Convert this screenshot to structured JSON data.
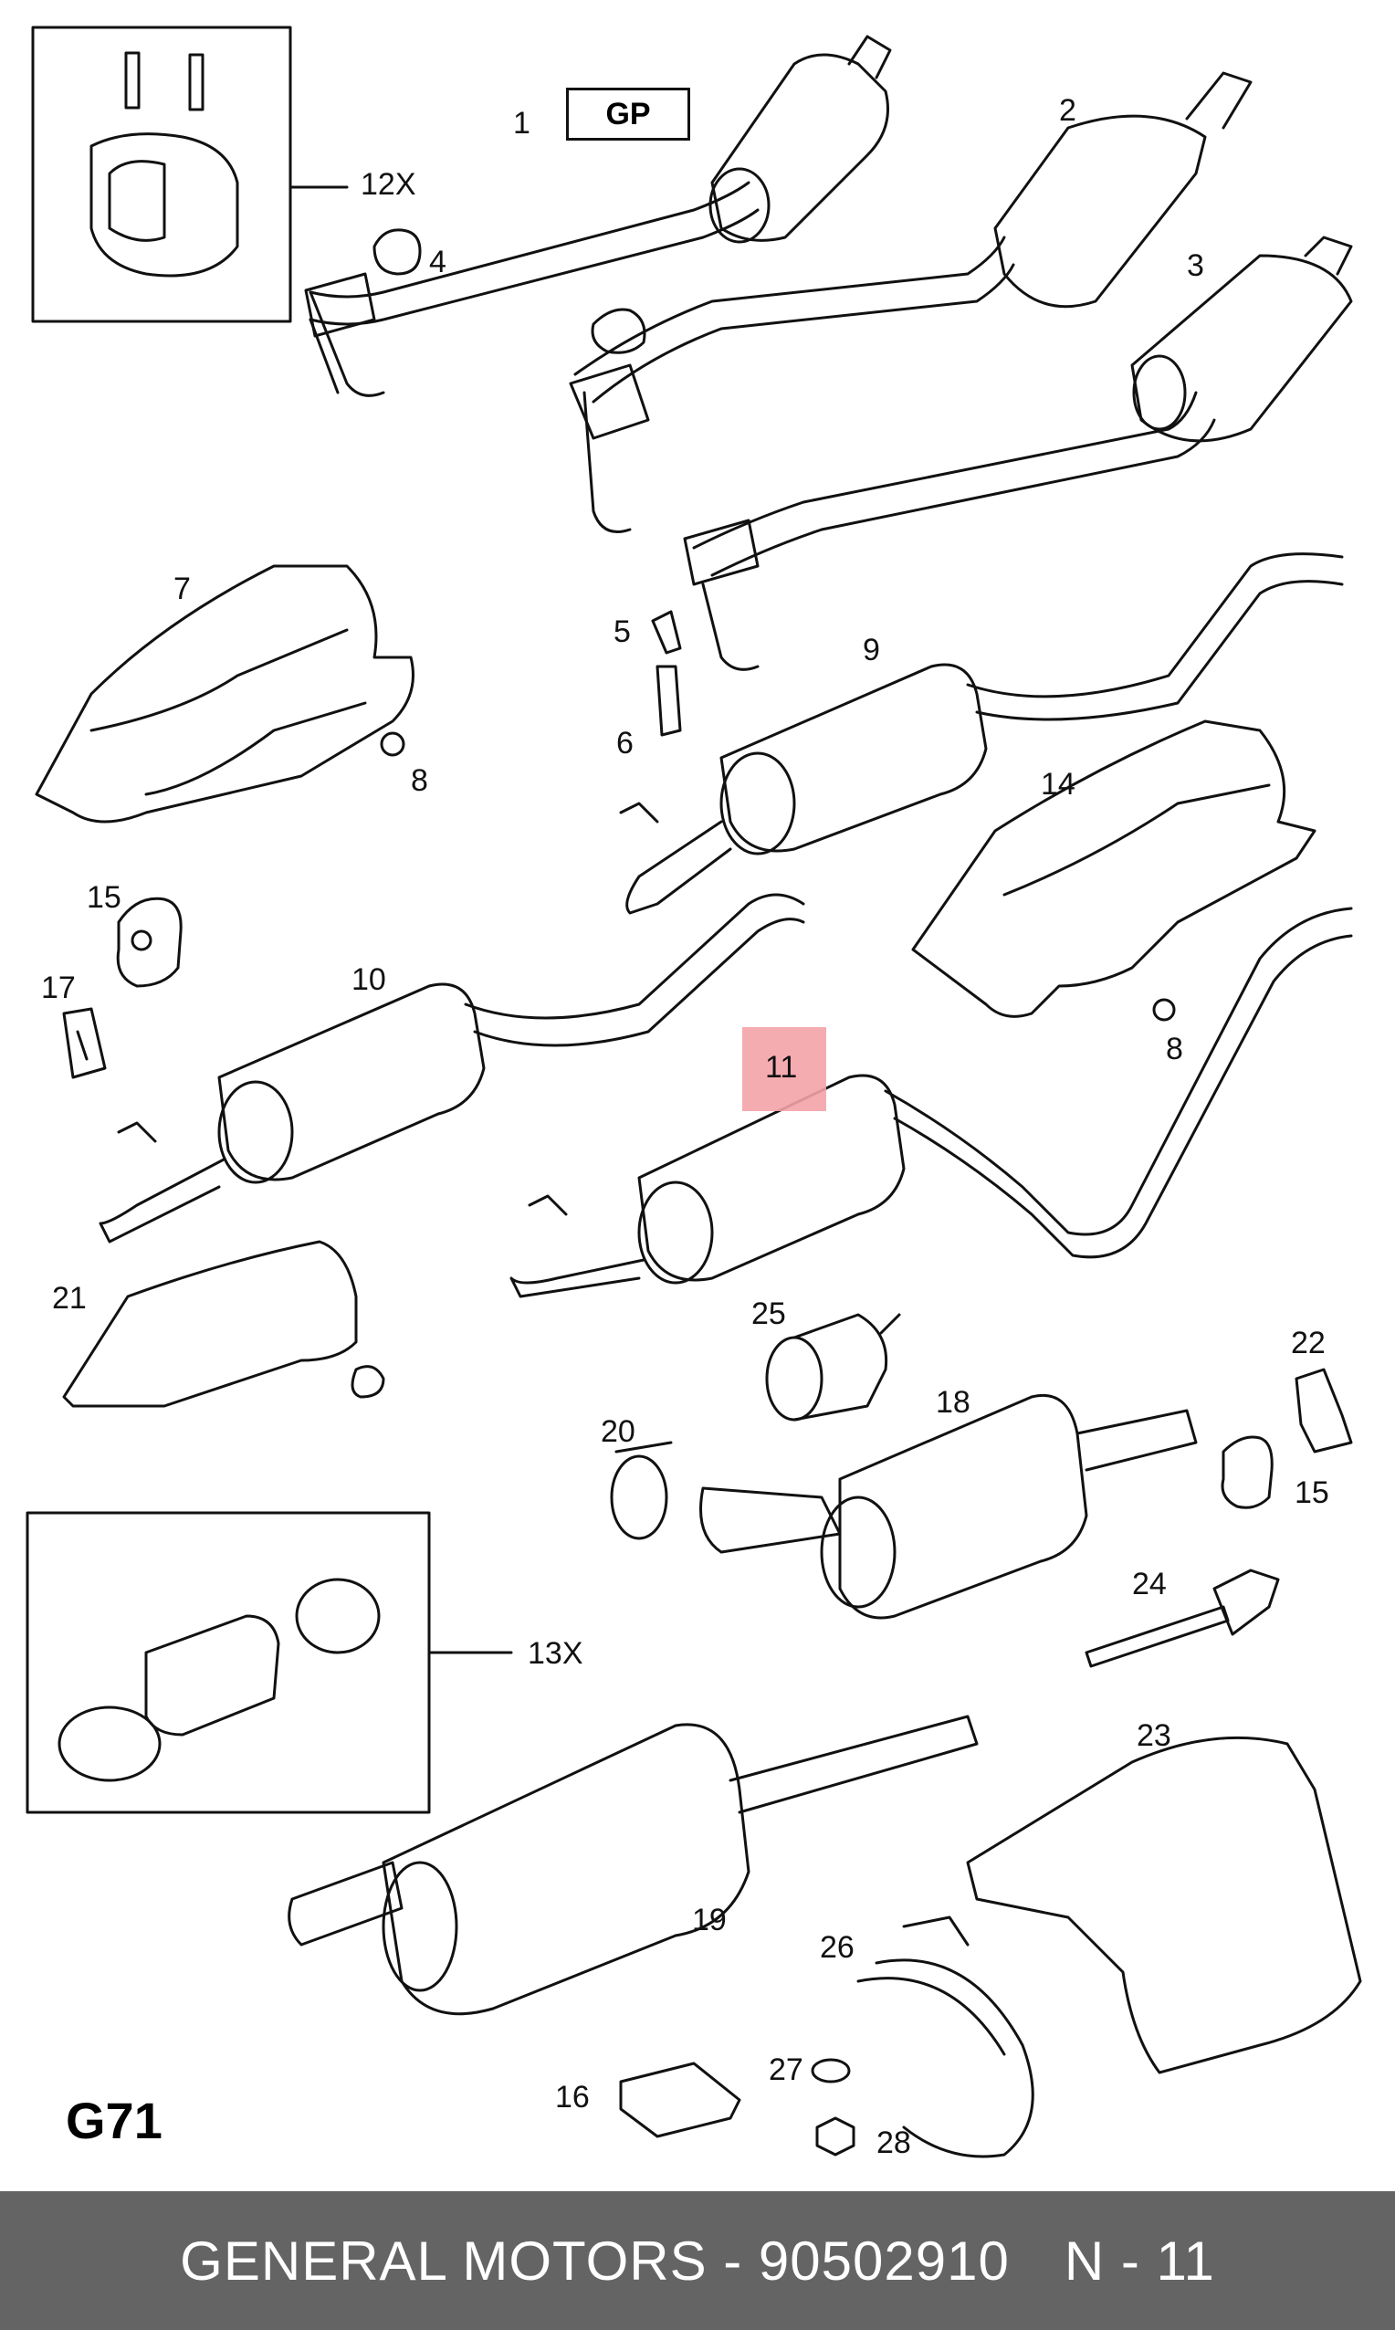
{
  "diagram": {
    "gp_label": "GP",
    "code": "G71",
    "parts": [
      {
        "id": "p1",
        "label": "1"
      },
      {
        "id": "p2",
        "label": "2"
      },
      {
        "id": "p3",
        "label": "3"
      },
      {
        "id": "p4",
        "label": "4"
      },
      {
        "id": "p5",
        "label": "5"
      },
      {
        "id": "p6",
        "label": "6"
      },
      {
        "id": "p7",
        "label": "7"
      },
      {
        "id": "p8a",
        "label": "8"
      },
      {
        "id": "p8b",
        "label": "8"
      },
      {
        "id": "p9",
        "label": "9"
      },
      {
        "id": "p10",
        "label": "10"
      },
      {
        "id": "p11",
        "label": "11"
      },
      {
        "id": "p12",
        "label": "12X"
      },
      {
        "id": "p13",
        "label": "13X"
      },
      {
        "id": "p14",
        "label": "14"
      },
      {
        "id": "p15a",
        "label": "15"
      },
      {
        "id": "p15b",
        "label": "15"
      },
      {
        "id": "p16",
        "label": "16"
      },
      {
        "id": "p17",
        "label": "17"
      },
      {
        "id": "p18",
        "label": "18"
      },
      {
        "id": "p19",
        "label": "19"
      },
      {
        "id": "p20",
        "label": "20"
      },
      {
        "id": "p21",
        "label": "21"
      },
      {
        "id": "p22",
        "label": "22"
      },
      {
        "id": "p23",
        "label": "23"
      },
      {
        "id": "p24",
        "label": "24"
      },
      {
        "id": "p25",
        "label": "25"
      },
      {
        "id": "p26",
        "label": "26"
      },
      {
        "id": "p27",
        "label": "27"
      },
      {
        "id": "p28",
        "label": "28"
      }
    ]
  },
  "footer": {
    "brand_part": "GENERAL MOTORS - 90502910",
    "item": "N - 11"
  },
  "colors": {
    "highlight": "#f4a3a8",
    "footer_bg": "#646464",
    "footer_text": "#ffffff"
  }
}
